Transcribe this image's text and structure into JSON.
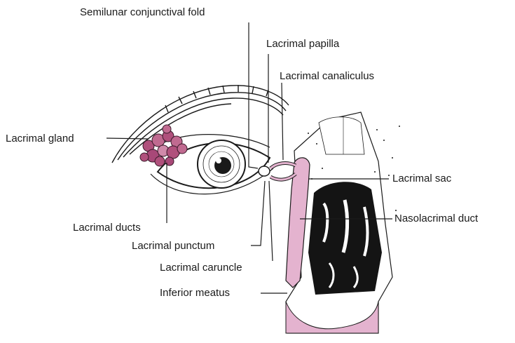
{
  "labels": {
    "semilunar_fold": "Semilunar conjunctival fold",
    "lacrimal_papilla": "Lacrimal papilla",
    "lacrimal_canaliculus": "Lacrimal canaliculus",
    "lacrimal_gland": "Lacrimal gland",
    "lacrimal_sac": "Lacrimal sac",
    "nasolacrimal_duct": "Nasolacrimal duct",
    "lacrimal_ducts": "Lacrimal ducts",
    "lacrimal_punctum": "Lacrimal punctum",
    "lacrimal_caruncle": "Lacrimal caruncle",
    "inferior_meatus": "Inferior meatus"
  },
  "colors": {
    "tissue_pink": "#e4b3cf",
    "gland_purple": "#b0507c",
    "turbinate_black": "#141414",
    "line": "#1a1a1a"
  }
}
